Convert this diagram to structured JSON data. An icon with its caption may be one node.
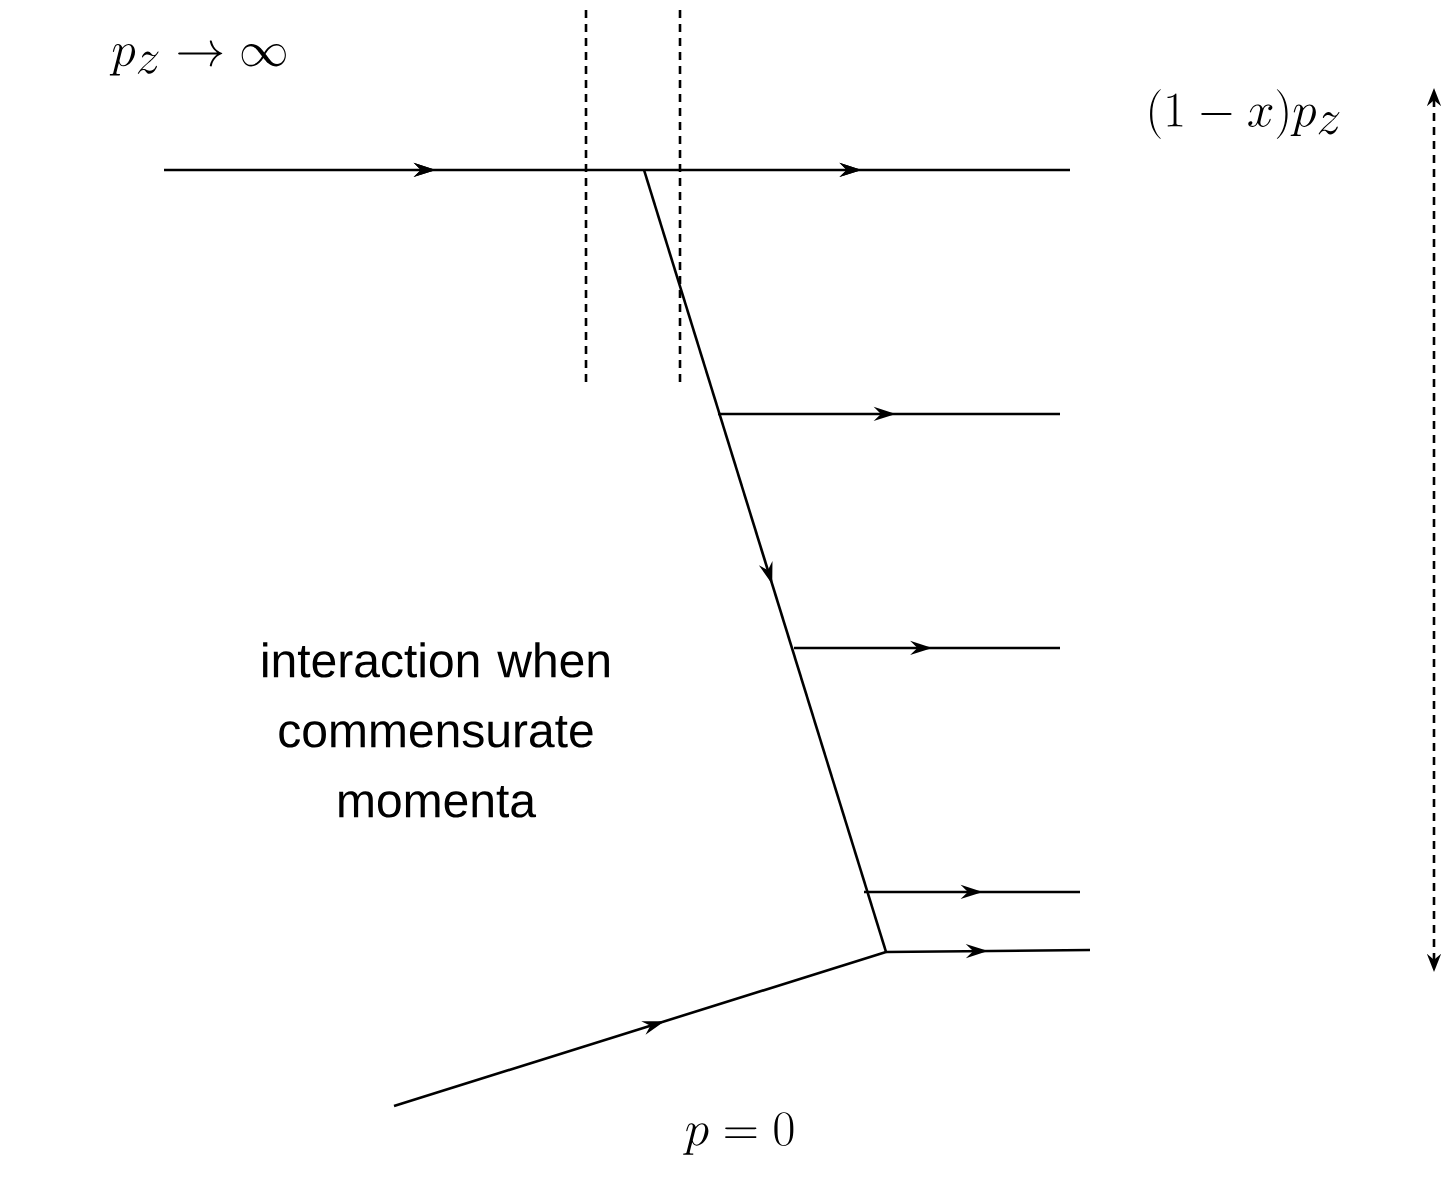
{
  "diagram": {
    "labels": [
      "p_z \\to \\infty",
      "(1-x)p_z",
      "interaction when commensurate momenta",
      "p = 0"
    ]
  }
}
